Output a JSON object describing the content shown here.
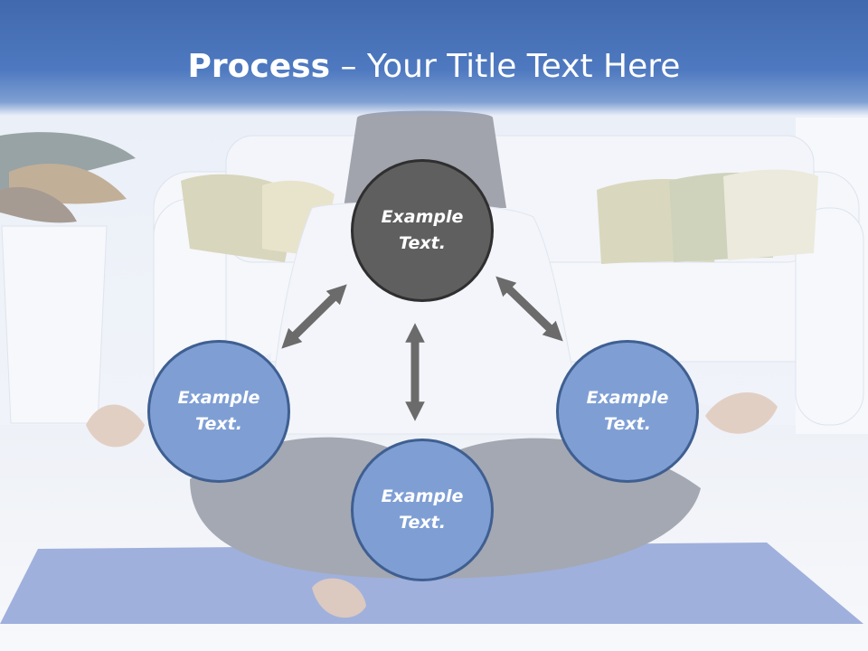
{
  "title": {
    "bold": "Process",
    "rest": " – Your Title Text Here"
  },
  "circles": {
    "top": "Example Text.",
    "left": "Example Text.",
    "right": "Example Text.",
    "bottom": "Example Text."
  },
  "colors": {
    "title_bar": "#4a74b8",
    "circle_blue": "#7f9fd4",
    "circle_dark": "#5f5f5f",
    "arrow": "#6b6b6b"
  }
}
